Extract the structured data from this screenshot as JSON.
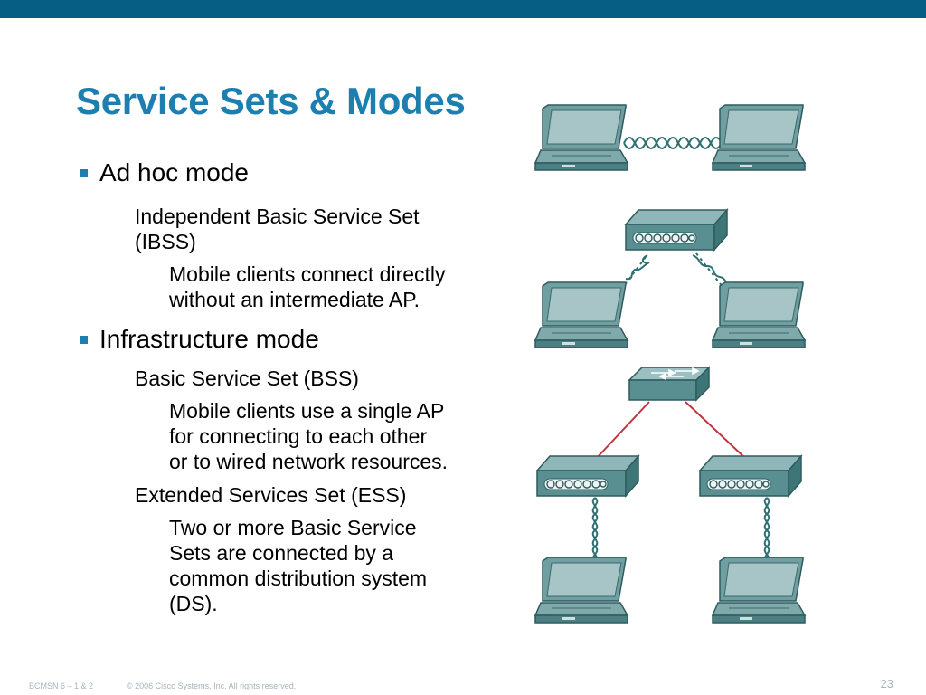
{
  "slide": {
    "title": "Service Sets & Modes",
    "items": [
      {
        "label": "Ad hoc mode",
        "children": [
          {
            "lines": [
              "Independent Basic Service Set",
              "(IBSS)"
            ],
            "children": [
              {
                "lines": [
                  "Mobile clients connect directly",
                  "without an intermediate AP."
                ]
              }
            ]
          }
        ]
      },
      {
        "label": "Infrastructure mode",
        "children": [
          {
            "lines": [
              "Basic Service Set (BSS)"
            ],
            "children": [
              {
                "lines": [
                  "Mobile clients use a single AP",
                  "for connecting to each other",
                  "or to wired network resources."
                ]
              }
            ]
          },
          {
            "lines": [
              "Extended Services Set (ESS)"
            ],
            "children": [
              {
                "lines": [
                  "Two or more Basic Service",
                  "Sets are connected by a",
                  "common distribution system",
                  "(DS)."
                ]
              }
            ]
          }
        ]
      }
    ]
  },
  "diagram": {
    "icons": [
      "laptop-icon",
      "access-point-icon",
      "switch-icon",
      "wireless-link-icon"
    ],
    "colors": {
      "device": "#4e8b8c",
      "wired_link": "#c0343c",
      "wireless_link": "#2f6f72"
    }
  },
  "footer": {
    "course": "BCMSN 6 – 1 & 2",
    "copyright": "© 2006 Cisco Systems, Inc. All rights reserved.",
    "page_number": "23"
  },
  "theme": {
    "accent": "#1c7fb0",
    "top_bar": "#065e84",
    "footer_text": "#a8b4bc"
  }
}
